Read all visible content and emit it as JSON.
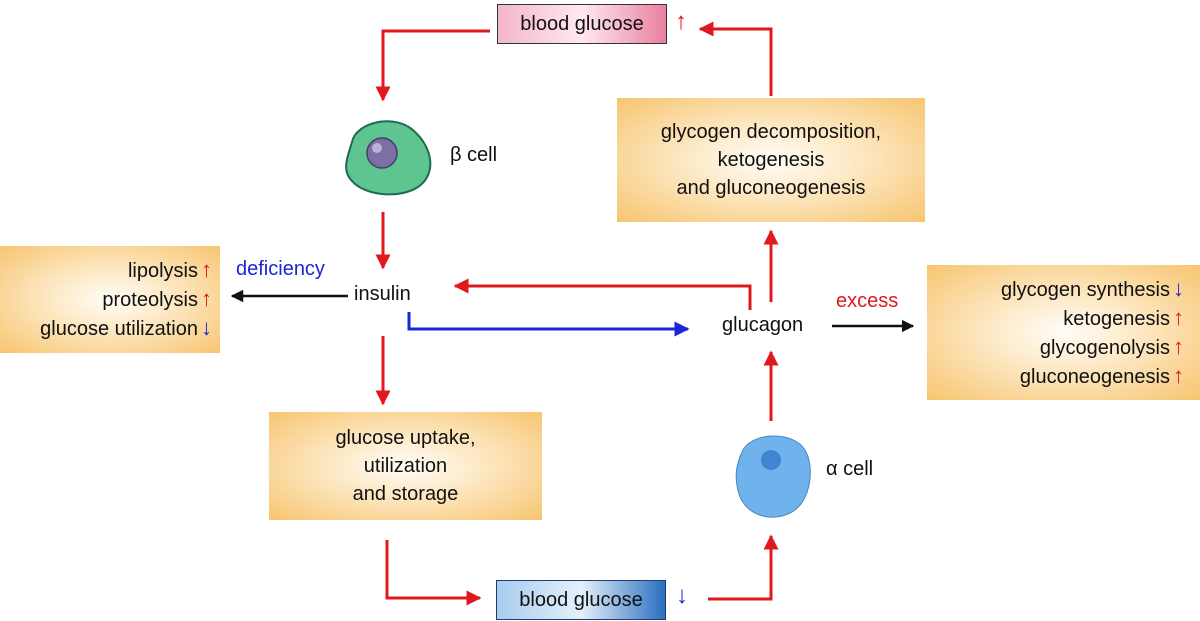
{
  "blood_glucose_high": {
    "text": "blood glucose",
    "trend": "↑",
    "bg_color": "#e9809f"
  },
  "blood_glucose_low": {
    "text": "blood glucose",
    "trend": "↓",
    "bg_color": "#2a6fc0"
  },
  "beta_cell": {
    "label": "β cell",
    "color": "#58c48c"
  },
  "alpha_cell": {
    "label": "α cell",
    "color": "#6fb2ec"
  },
  "insulin": {
    "label": "insulin"
  },
  "glucagon": {
    "label": "glucagon"
  },
  "deficiency": {
    "label": "deficiency",
    "color": "#1c25d8"
  },
  "excess": {
    "label": "excess",
    "color": "#e0191f"
  },
  "insulin_box": {
    "lines": [
      "glucose uptake,",
      "utilization",
      "and storage"
    ]
  },
  "glucagon_box": {
    "lines": [
      "glycogen decomposition,",
      "ketogenesis",
      "and gluconeogenesis"
    ]
  },
  "deficiency_effects": [
    {
      "text": "lipolysis",
      "trend": "↑"
    },
    {
      "text": "proteolysis",
      "trend": "↑"
    },
    {
      "text": "glucose utilization",
      "trend": "↓"
    }
  ],
  "excess_effects": [
    {
      "text": "glycogen synthesis",
      "trend": "↓"
    },
    {
      "text": "ketogenesis",
      "trend": "↑"
    },
    {
      "text": "glycogenolysis",
      "trend": "↑"
    },
    {
      "text": "gluconeogenesis",
      "trend": "↑"
    }
  ],
  "colors": {
    "arrow_red": "#e0191f",
    "arrow_blue": "#1c25d8",
    "arrow_black": "#111111",
    "box_orange": "#f7c570"
  }
}
